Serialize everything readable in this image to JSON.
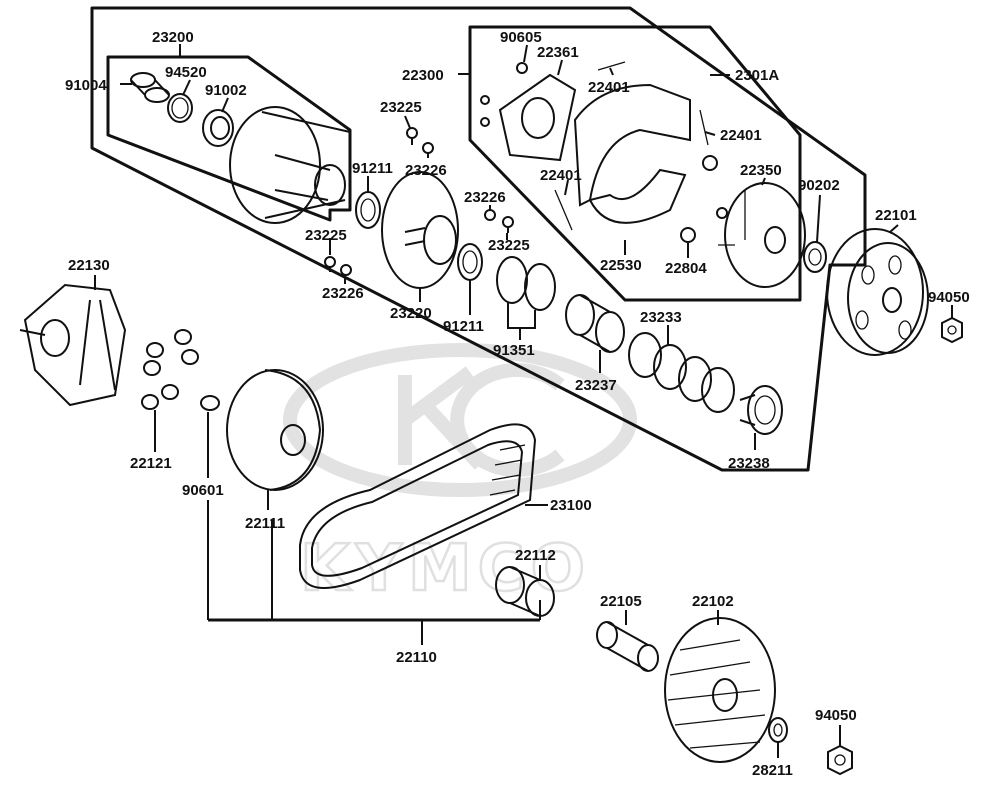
{
  "watermark": {
    "brand": "KYMCO"
  },
  "labels": {
    "l23200": "23200",
    "l91004": "91004",
    "l94520": "94520",
    "l91002": "91002",
    "l22300": "22300",
    "l90605": "90605",
    "l22361": "22361",
    "l22401a": "22401",
    "l22401b": "22401",
    "l22401c": "22401",
    "l2301A": "2301A",
    "l23225a": "23225",
    "l23226a": "23226",
    "l91211a": "91211",
    "l23226b": "23226",
    "l23225b": "23225",
    "l23225c": "23225",
    "l23226c": "23226",
    "l22350": "22350",
    "l90202": "90202",
    "l22101": "22101",
    "l94050a": "94050",
    "l22530": "22530",
    "l22804": "22804",
    "l23220": "23220",
    "l91211b": "91211",
    "l91351": "91351",
    "l23233": "23233",
    "l23237": "23237",
    "l23238": "23238",
    "l22130": "22130",
    "l22121": "22121",
    "l90601": "90601",
    "l22111": "22111",
    "l23100": "23100",
    "l22112": "22112",
    "l22110": "22110",
    "l22105": "22105",
    "l22102": "22102",
    "l94050b": "94050",
    "l28211": "28211"
  }
}
